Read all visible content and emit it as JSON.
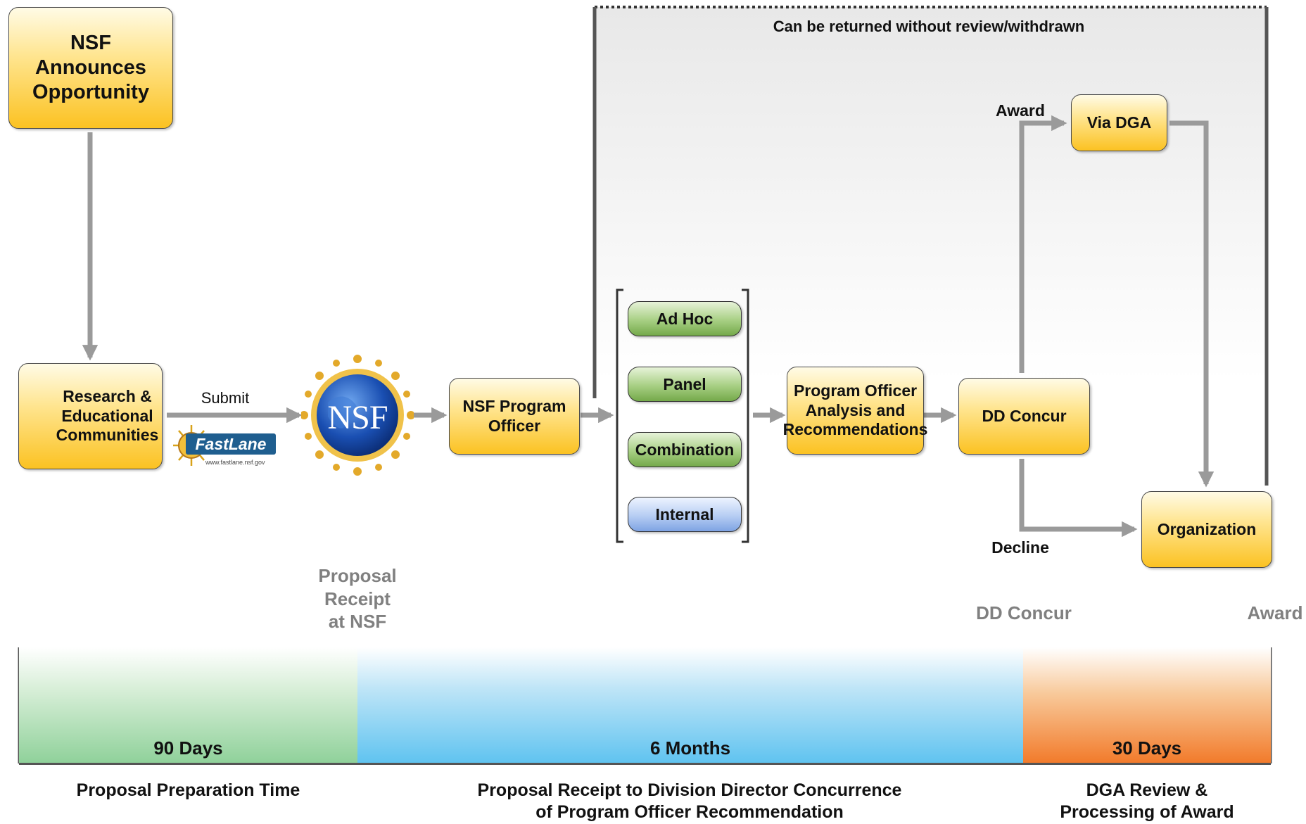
{
  "boxes": {
    "nsf_announces": "NSF\nAnnounces\nOpportunity",
    "research_communities": "Research &\nEducational\nCommunities",
    "nsf_program_officer": "NSF Program\nOfficer",
    "po_analysis": "Program Officer\nAnalysis and\nRecommendations",
    "dd_concur": "DD Concur",
    "via_dga": "Via DGA",
    "organization": "Organization"
  },
  "review_types": [
    "Ad Hoc",
    "Panel",
    "Combination",
    "Internal"
  ],
  "labels": {
    "submit": "Submit",
    "returned": "Can be returned without review/withdrawn",
    "award_branch": "Award",
    "decline_branch": "Decline"
  },
  "logos": {
    "nsf": "NSF",
    "fastlane": "FastLane",
    "fastlane_url": "www.fastlane.nsf.gov"
  },
  "milestones": {
    "proposal_receipt": "Proposal\nReceipt\nat NSF",
    "dd_concur": "DD Concur",
    "award": "Award"
  },
  "timeline": [
    {
      "duration": "90 Days",
      "caption": "Proposal Preparation Time",
      "color": "#8fd19a"
    },
    {
      "duration": "6 Months",
      "caption": "Proposal Receipt to Division Director Concurrence\nof Program Officer Recommendation",
      "color": "#5fc3f0"
    },
    {
      "duration": "30 Days",
      "caption": "DGA Review &\nProcessing of Award",
      "color": "#f27a2a"
    }
  ],
  "colors": {
    "box_fill": "#fbc222",
    "arrow": "#9a9a9a",
    "milestone_text": "#808080"
  }
}
